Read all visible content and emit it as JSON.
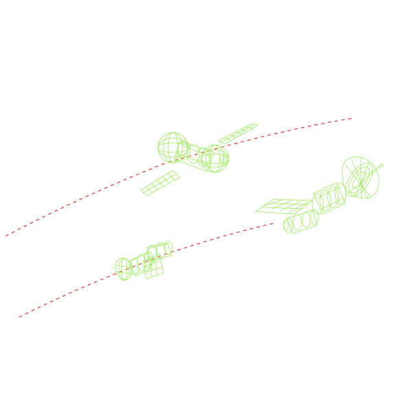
{
  "scene": {
    "background_color": "#ffffff",
    "wireframe_color": "#99ee55",
    "orbit_color": "#ee3333",
    "orbits": [
      "upper-orbit",
      "lower-orbit"
    ],
    "objects": [
      "satellite-with-panels",
      "space-station-with-dish",
      "small-probe"
    ]
  }
}
